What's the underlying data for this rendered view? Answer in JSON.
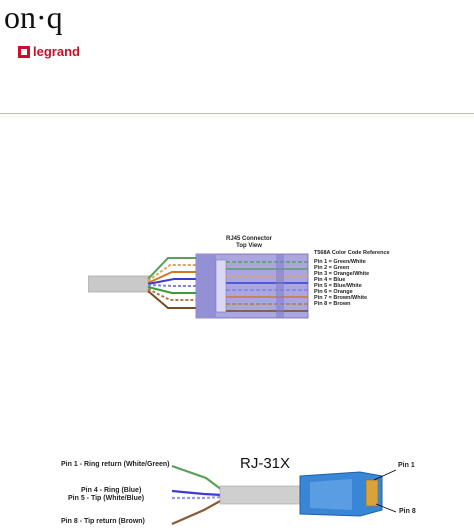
{
  "header": {
    "brand": "on·q",
    "brand_sub": "legrand"
  },
  "rj45": {
    "title_line1": "RJ45 Connector",
    "title_line2": "Top View",
    "reference_title": "T568A Color Code Reference",
    "pins": [
      "Pin 1 = Green/White",
      "Pin 2 = Green",
      "Pin 3 = Orange/White",
      "Pin 4 = Blue",
      "Pin 5 = Blue/White",
      "Pin 6 = Orange",
      "Pin 7 = Brown/White",
      "Pin 8 = Brown"
    ]
  },
  "rj31": {
    "title": "RJ-31X",
    "left_labels": [
      "Pin 1 - Ring return (White/Green)",
      "Pin 4 - Ring  (Blue)",
      "Pin 5 - Tip (White/Blue)",
      "Pin 8 - Tip return (Brown)"
    ],
    "right_labels": [
      "Pin 1",
      "Pin 8"
    ]
  },
  "colors": {
    "legrand_red": "#c8102e",
    "rule": "#d8b59a",
    "connector": "#a9a6e0",
    "jack_blue": "#3a86d6"
  }
}
